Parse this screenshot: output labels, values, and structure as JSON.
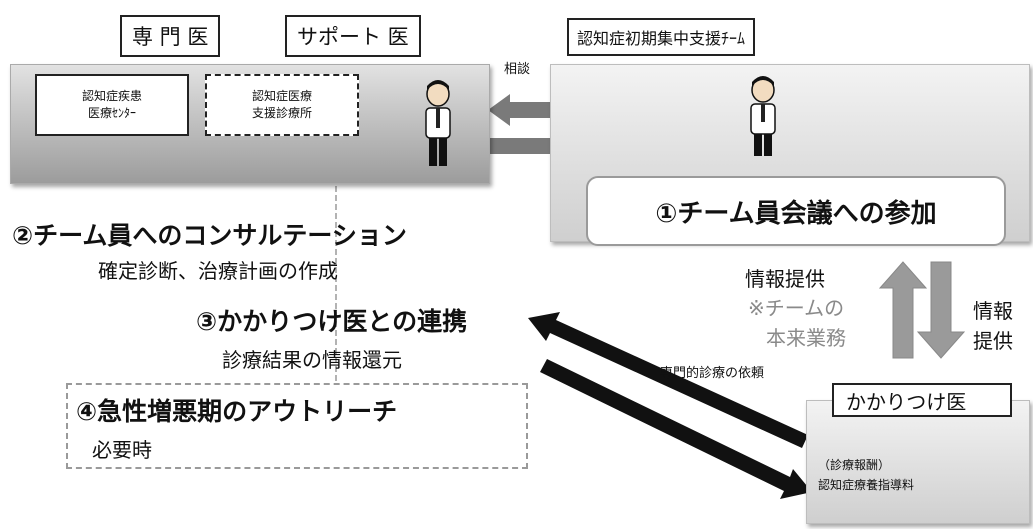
{
  "labels": {
    "specialist": "専 門 医",
    "support": "サポート 医",
    "team": "認知症初期集中支援ﾁｰﾑ",
    "consult": "相談",
    "center_line1": "認知症疾患",
    "center_line2": "医療ｾﾝﾀｰ",
    "clinic_line1": "認知症医療",
    "clinic_line2": "支援診療所",
    "meeting": "①チーム員会議への参加",
    "step2_title": "②チーム員へのコンサルテーション",
    "step2_sub": "確定診断、治療計画の作成",
    "step3_title": "③かかりつけ医との連携",
    "step3_sub": "診療結果の情報還元",
    "step4_title": "④急性増悪期のアウトリーチ",
    "step4_sub": "必要時",
    "info_left": "情報提供",
    "team_duty_line1": "※チームの",
    "team_duty_line2": "本来業務",
    "info_right_line1": "情報",
    "info_right_line2": "提供",
    "referral": "専門的診療の依頼",
    "gp": "かかりつけ医",
    "fee_line1": "（診療報酬）",
    "fee_line2": "認知症療養指導料"
  }
}
